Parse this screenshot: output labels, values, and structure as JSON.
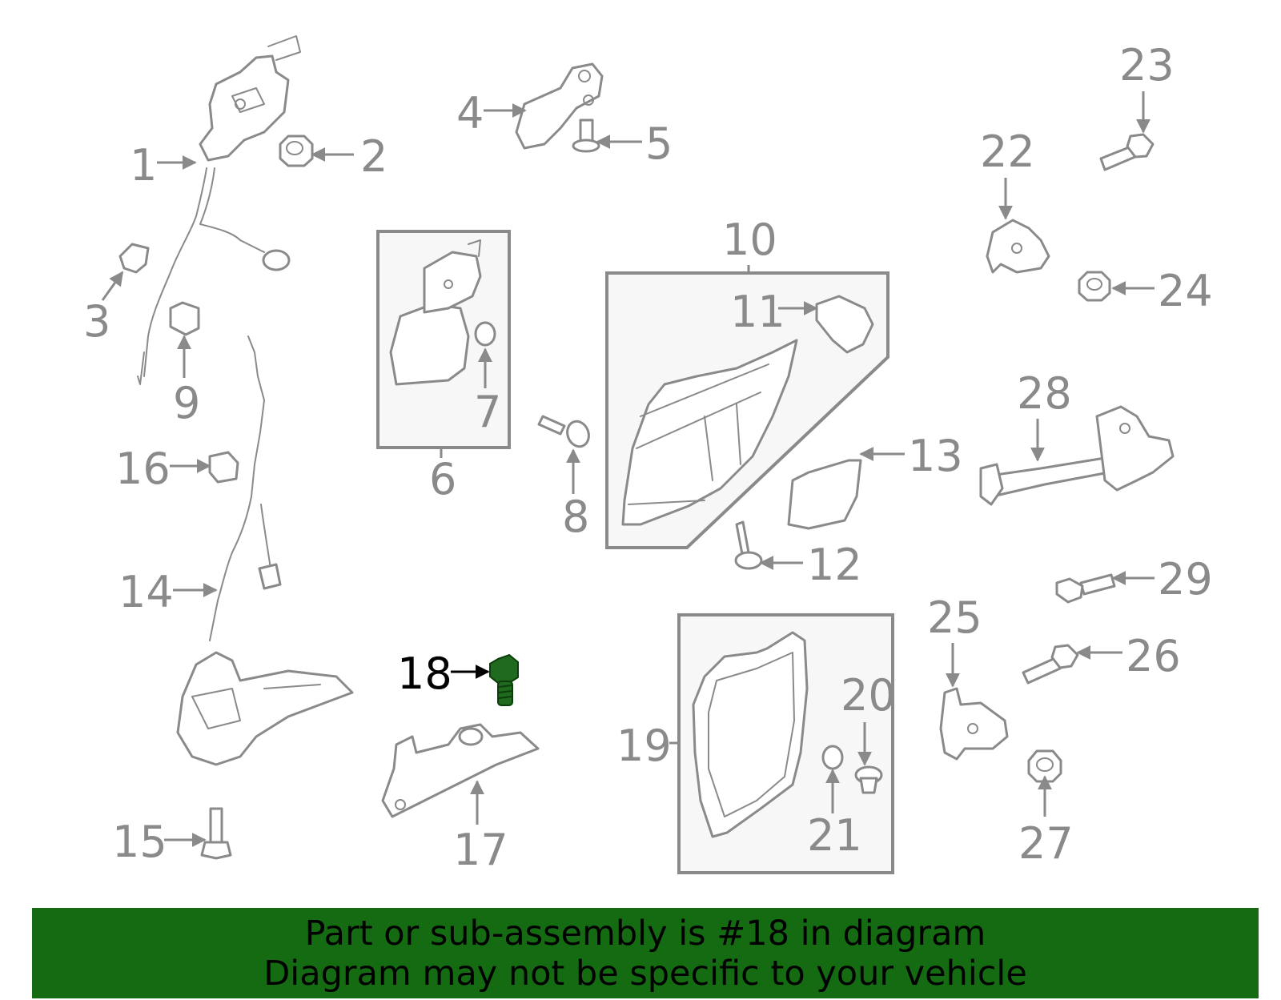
{
  "callouts": {
    "c1": "1",
    "c2": "2",
    "c3": "3",
    "c4": "4",
    "c5": "5",
    "c6": "6",
    "c7": "7",
    "c8": "8",
    "c9": "9",
    "c10": "10",
    "c11": "11",
    "c12": "12",
    "c13": "13",
    "c14": "14",
    "c15": "15",
    "c16": "16",
    "c17": "17",
    "c18": "18",
    "c19": "19",
    "c20": "20",
    "c21": "21",
    "c22": "22",
    "c23": "23",
    "c24": "24",
    "c25": "25",
    "c26": "26",
    "c27": "27",
    "c28": "28",
    "c29": "29"
  },
  "highlighted_part": "18",
  "colors": {
    "line": "#8a8a8a",
    "highlight": "#1f6a1f",
    "banner": "#146b12"
  },
  "banner": {
    "line1": "Part or sub-assembly is #18 in diagram",
    "line2": "Diagram may not be specific to your vehicle"
  }
}
